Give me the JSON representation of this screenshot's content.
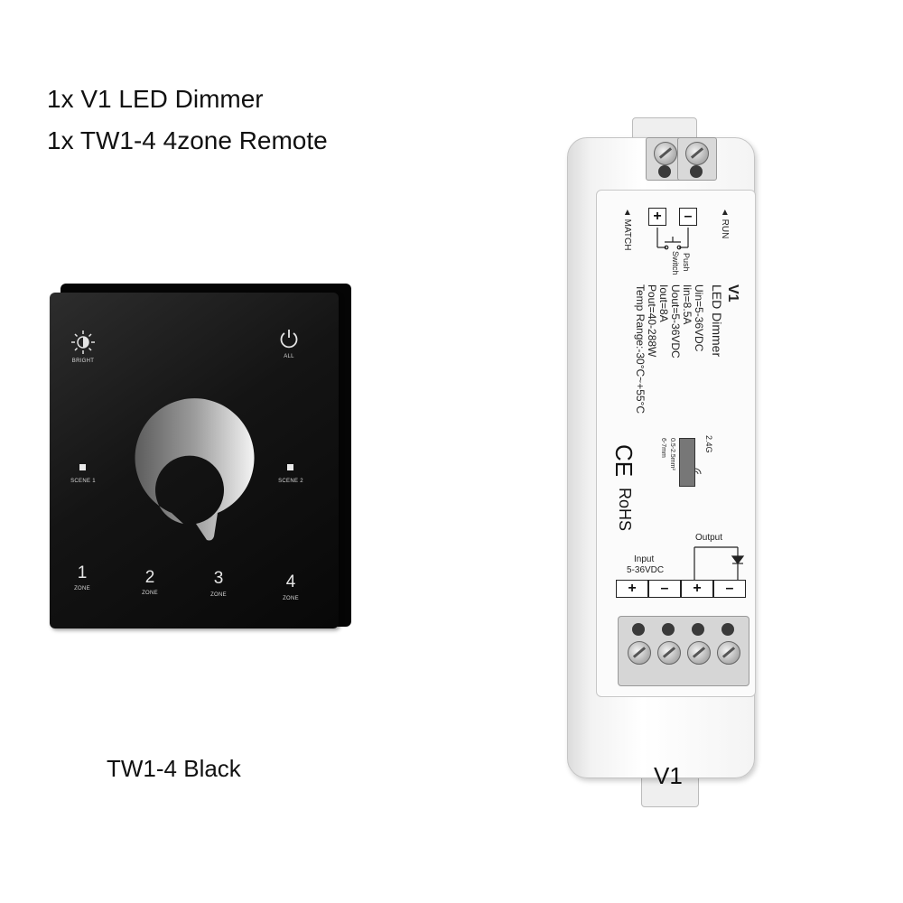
{
  "header": {
    "line1": "1x V1 LED Dimmer",
    "line2": "1x TW1-4 4zone Remote"
  },
  "remote": {
    "caption": "TW1-4 Black",
    "bright_label": "BRIGHT",
    "all_label": "ALL",
    "scene1_label": "SCENE 1",
    "scene2_label": "SCENE 2",
    "zones": [
      {
        "number": "1",
        "label": "ZONE"
      },
      {
        "number": "2",
        "label": "ZONE"
      },
      {
        "number": "3",
        "label": "ZONE"
      },
      {
        "number": "4",
        "label": "ZONE"
      }
    ]
  },
  "driver": {
    "caption": "V1",
    "model": "V1",
    "name": "LED Dimmer",
    "specs": [
      "Uin=5-36VDC",
      "Iin=8.5A",
      "Uout=5-36VDC",
      "Iout=8A",
      "Pout=40-288W",
      "Temp Range:-30°C~+55°C"
    ],
    "match_label": "◄ MATCH",
    "run_label": "◄ RUN",
    "push_switch_line1": "Push",
    "push_switch_line2": "Switch",
    "rf_label": "2.4G",
    "wire_label1": "0.5-2.5mm²",
    "wire_label2": "6-7mm",
    "ce_label": "CE",
    "rohs_label": "RoHS",
    "input_label": "Input",
    "input_voltage": "5-36VDC",
    "output_label": "Output",
    "terminals": [
      "+",
      "–",
      "+",
      "–"
    ],
    "top_terminals": [
      "+",
      "–"
    ]
  }
}
